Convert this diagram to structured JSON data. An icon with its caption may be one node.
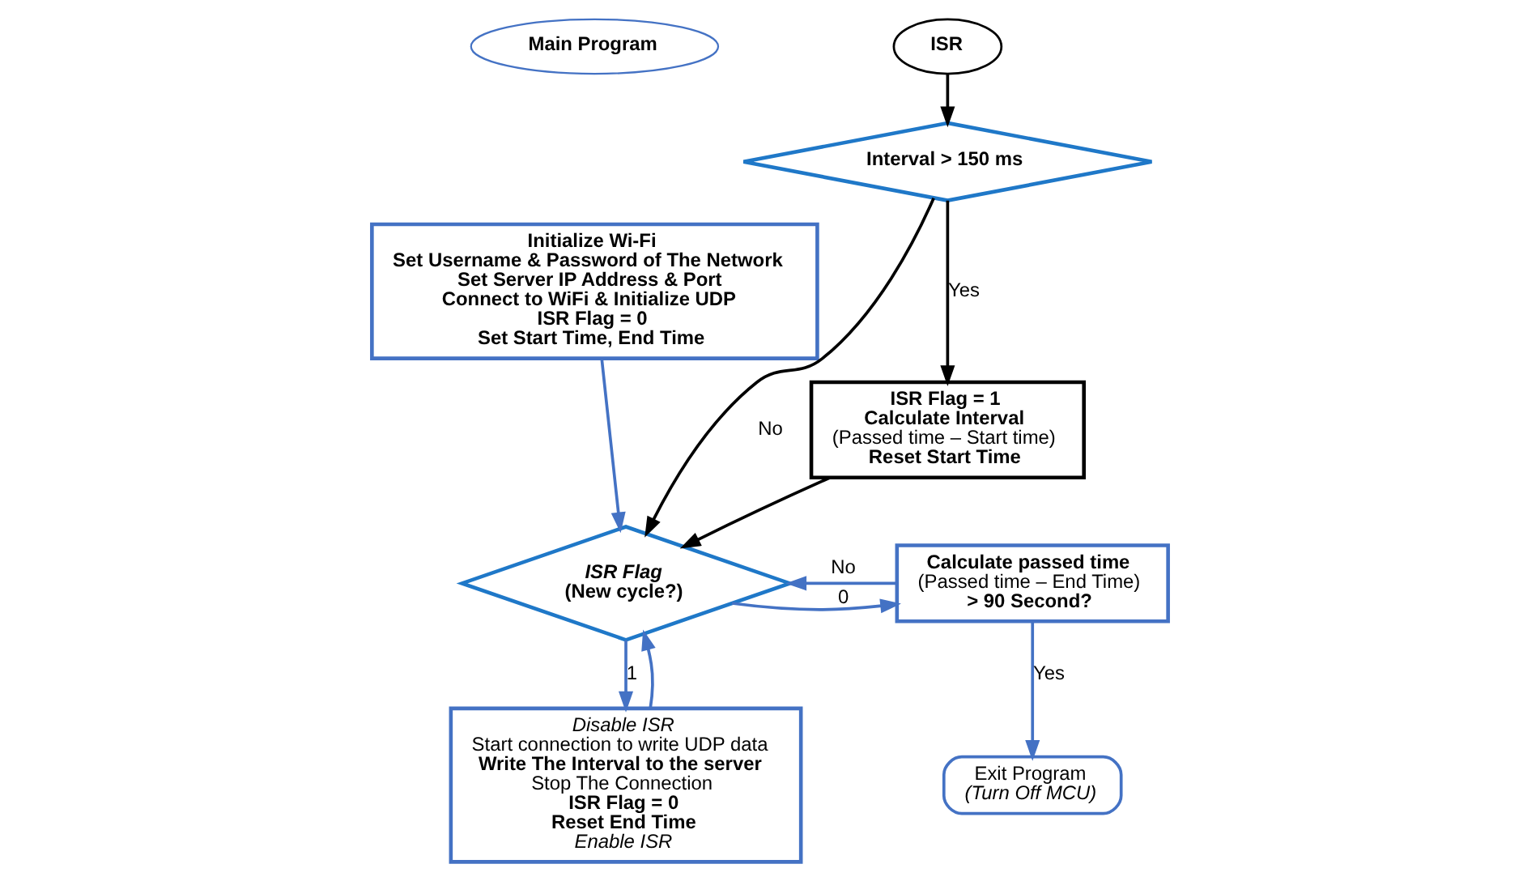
{
  "diagram": {
    "nodes": [
      {
        "text": [
          "Main Program"
        ]
      },
      {
        "text": [
          "Initialize Wi-Fi",
          "Set Username & Password of The Network",
          "Set Server IP Address & Port",
          "Connect to WiFi & Initialize UDP",
          "ISR Flag = 0",
          "Set Start Time, End Time"
        ]
      },
      {
        "text": [
          "ISR Flag",
          "(New cycle?)"
        ]
      },
      {
        "text": [
          "Calculate passed time",
          "(Passed time – End Time)",
          "> 90 Second?"
        ]
      },
      {
        "text": [
          "Exit Program",
          "(Turn Off MCU)"
        ]
      },
      {
        "text": [
          "Disable ISR",
          "Start connection to write UDP data",
          "Write The Interval to the server",
          "Stop The Connection",
          "ISR Flag = 0",
          "Reset End Time",
          "Enable ISR"
        ]
      },
      {
        "text": [
          "ISR"
        ]
      },
      {
        "text": [
          "Interval > 150 ms"
        ]
      },
      {
        "text": [
          "ISR Flag = 1",
          "Calculate Interval",
          "(Passed time – Start time)",
          "Reset Start Time"
        ]
      }
    ],
    "edges": [
      {
        "from": 1,
        "to": 2,
        "arrow": "to"
      },
      {
        "from": 2,
        "to": 3,
        "label": "0",
        "arrow": "to"
      },
      {
        "from": 2,
        "to": 5,
        "label": "1",
        "arrow": "to"
      },
      {
        "from": 3,
        "to": 2,
        "label": "No",
        "arrow": "to"
      },
      {
        "from": 3,
        "to": 4,
        "label": "Yes",
        "arrow": "to"
      },
      {
        "from": 5,
        "to": 2,
        "arrow": "to"
      },
      {
        "from": 6,
        "to": 7,
        "arrow": "to",
        "color": "#000000"
      },
      {
        "from": 7,
        "to": 8,
        "label": "Yes",
        "arrow": "to",
        "color": "#000000"
      },
      {
        "from": 7,
        "to": 2,
        "label": "No",
        "arrow": "to",
        "color": "#000000"
      },
      {
        "from": 8,
        "to": 2,
        "arrow": "to",
        "color": "#000000"
      }
    ]
  }
}
